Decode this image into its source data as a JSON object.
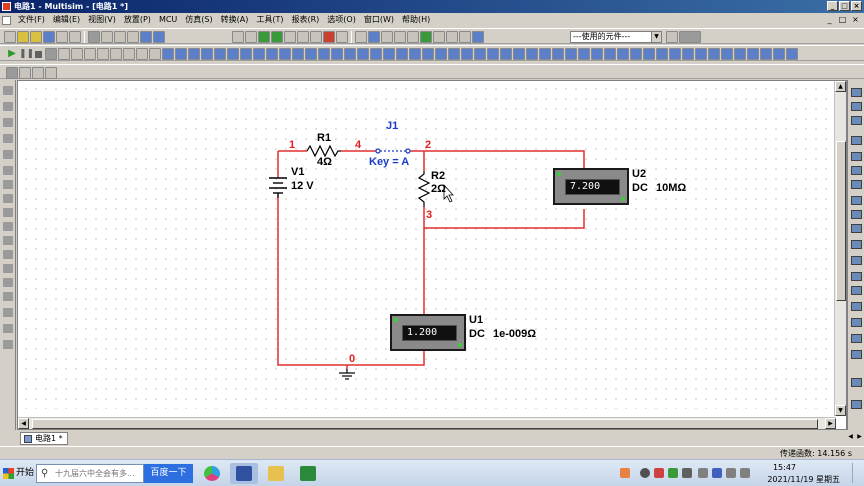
{
  "window": {
    "title": "电路1 - Multisim - [电路1 *]",
    "controls": [
      "_",
      "□",
      "×"
    ]
  },
  "menu": {
    "items": [
      "文件(F)",
      "编辑(E)",
      "视图(V)",
      "放置(P)",
      "MCU",
      "仿真(S)",
      "转换(A)",
      "工具(T)",
      "报表(R)",
      "选项(O)",
      "窗口(W)",
      "帮助(H)"
    ],
    "right_controls": [
      "_",
      "□",
      "×"
    ]
  },
  "toolbar": {
    "in_use_list": "---使用的元件---"
  },
  "schematic": {
    "nodes": [
      "1",
      "4",
      "2",
      "3",
      "0"
    ],
    "r1": {
      "ref": "R1",
      "value": "4Ω"
    },
    "r2": {
      "ref": "R2",
      "value": "2Ω"
    },
    "v1": {
      "ref": "V1",
      "value": "12 V"
    },
    "j1": {
      "ref": "J1",
      "key": "Key = A"
    },
    "u1": {
      "ref": "U1",
      "mode": "DC",
      "resistance": "1e-009Ω",
      "reading": "1.200"
    },
    "u2": {
      "ref": "U2",
      "mode": "DC",
      "resistance": "10MΩ",
      "reading": "7.200"
    }
  },
  "sheet_tab": {
    "label": "电路1 *"
  },
  "status": {
    "transient": "传递函数: 14.156 s"
  },
  "taskbar": {
    "start": "开始",
    "search_placeholder": "十九届六中全会有多...",
    "search_button": "百度一下",
    "time": "15:47",
    "date": "2021/11/19 星期五"
  },
  "colors": {
    "wire": "#e03030",
    "node_label": "#e02020",
    "switch_label": "#1a3ac8",
    "title_bar": "#0a246a"
  }
}
